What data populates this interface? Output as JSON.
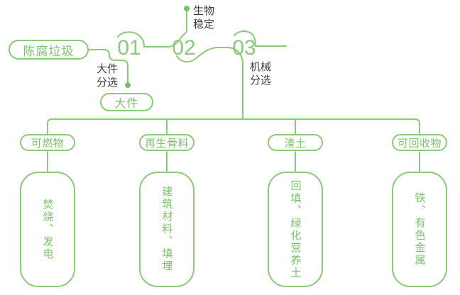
{
  "palette": {
    "line_green": "#8BC97B",
    "text_green": "#7CC468",
    "dot_green": "#76C263",
    "label_dark": "#3C3C3C",
    "background": "#FFFFFF"
  },
  "flow": {
    "source_label": "陈腐垃圾",
    "steps": [
      {
        "number": "01",
        "label": "大件\n分选",
        "output": "大件"
      },
      {
        "number": "02",
        "label": "生物\n稳定"
      },
      {
        "number": "03",
        "label": "机械\n分选"
      }
    ]
  },
  "branches": [
    {
      "category": "可燃物",
      "result": "焚烧、发电"
    },
    {
      "category": "再生骨料",
      "result": "建筑材料、填埋"
    },
    {
      "category": "渣土",
      "result": "回填、绿化营养土"
    },
    {
      "category": "可回收物",
      "result": "铁、有色金属"
    }
  ]
}
